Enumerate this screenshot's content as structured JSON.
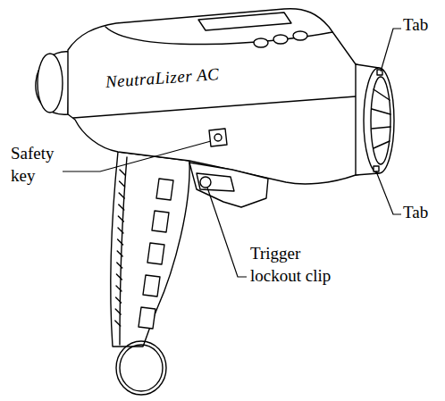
{
  "diagram": {
    "labels": [
      "Tab",
      "Safety key",
      "Trigger lockout clip",
      "Tab",
      "NeutraLizer AC"
    ]
  }
}
